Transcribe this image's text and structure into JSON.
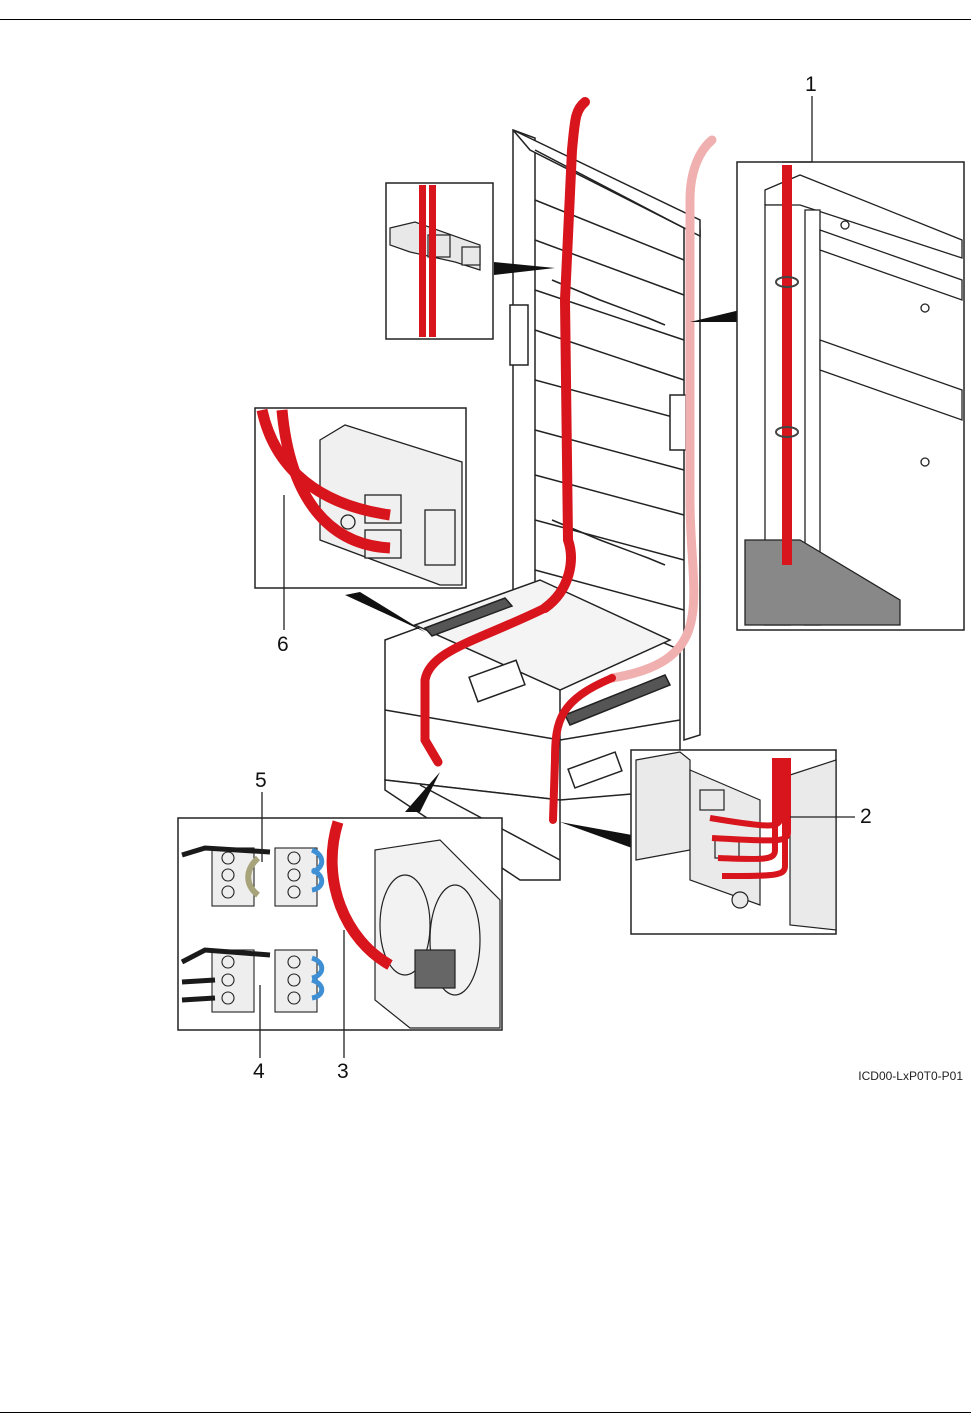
{
  "figure": {
    "id_label": "ICD00-LxP0T0-P01",
    "callouts": [
      "1",
      "2",
      "3",
      "4",
      "5",
      "6"
    ]
  },
  "colors": {
    "cable_red": "#d8141c",
    "cable_pink": "#f0b0b0",
    "cable_black": "#1a1a1a",
    "cable_blue": "#3f8fd4",
    "cable_olive": "#a7a37a",
    "line": "#222222",
    "panel_fill": "#eeeeee"
  }
}
